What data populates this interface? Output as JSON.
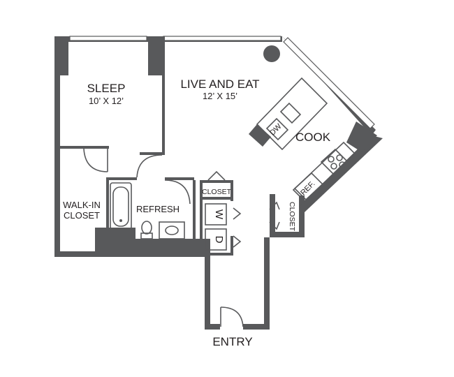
{
  "rooms": {
    "sleep": {
      "name": "SLEEP",
      "size": "10’ X 12’"
    },
    "live_eat": {
      "name": "LIVE AND EAT",
      "size": "12’ X 15’"
    },
    "cook": {
      "name": "COOK"
    },
    "walk_in_closet": {
      "line1": "WALK-IN",
      "line2": "CLOSET"
    },
    "refresh": {
      "name": "REFRESH"
    },
    "closet_small": {
      "name": "CLOSET"
    },
    "closet_kitchen": {
      "name": "CLOSET"
    },
    "entry": {
      "name": "ENTRY"
    }
  },
  "appliances": {
    "dishwasher": "DW",
    "refrigerator": "REF.",
    "washer": "W",
    "dryer": "D"
  },
  "colors": {
    "wall": "#58595b",
    "text": "#231f20",
    "background": "#ffffff"
  }
}
